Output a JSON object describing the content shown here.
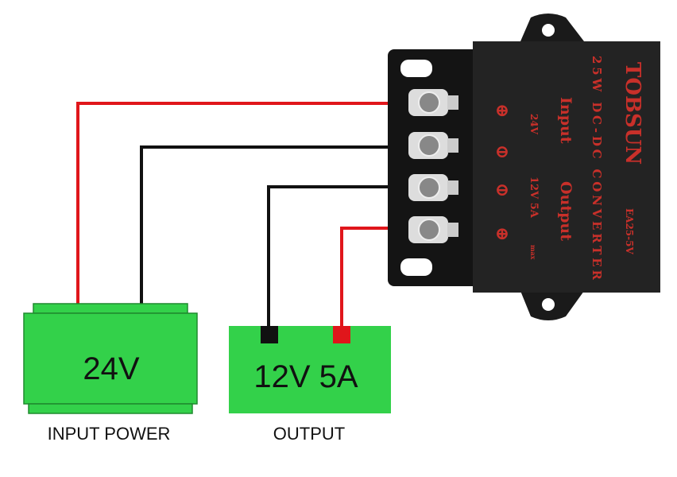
{
  "input_power": {
    "voltage": "24V",
    "label": "INPUT POWER",
    "color": "#33d14a"
  },
  "output": {
    "voltage": "12V 5A",
    "label": "OUTPUT",
    "color": "#33d14a"
  },
  "converter": {
    "brand": "TOBSUN",
    "model": "EA25-5V",
    "title": "25W DC-DC CONVERTER",
    "input_label": "Input",
    "input_voltage": "24V",
    "output_label": "Output",
    "output_rating": "12V 5A",
    "output_max": "max",
    "terminal_symbols": [
      "⊕",
      "⊖",
      "⊖",
      "⊕"
    ],
    "text_color": "#c8302a"
  },
  "wires": {
    "positive_color": "#e0161b",
    "negative_color": "#111111"
  }
}
